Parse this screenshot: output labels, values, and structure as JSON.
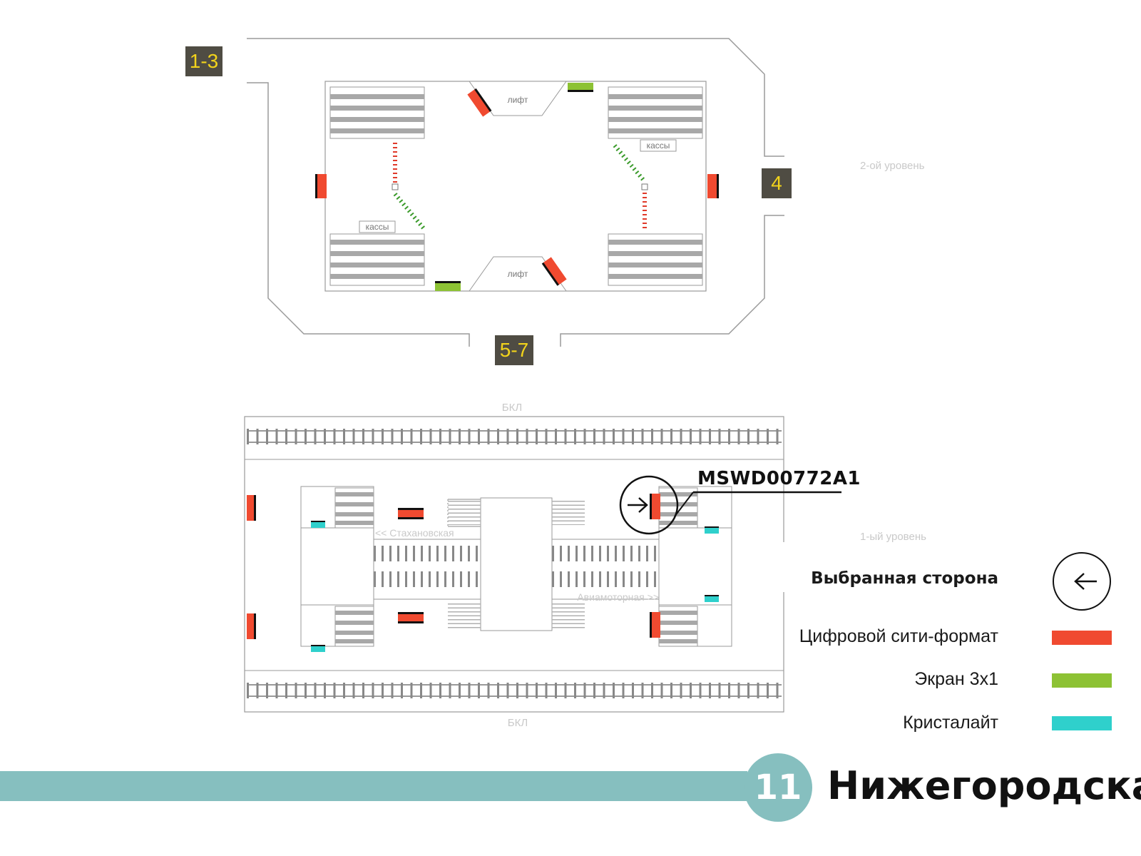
{
  "colors": {
    "digital_city_format": "#f04a30",
    "screen_3x1": "#8dc234",
    "crystalight": "#2fd0cc",
    "line_11": "#86bfbf",
    "exit_badge_bg": "#4f4c43",
    "exit_badge_text": "#f2d31b"
  },
  "upper_level": {
    "label": "2-ой уровень",
    "exits": [
      "1-3",
      "4",
      "5-7"
    ],
    "elevator_label": "лифт",
    "ticket_office_label": "кассы"
  },
  "lower_level": {
    "label": "1-ый уровень",
    "track_label_top": "БКЛ",
    "track_label_bottom": "БКЛ",
    "direction_left": "<< Стахановская",
    "direction_right": "Авиамоторная >>",
    "selected_panel_code": "MSWD00772A1"
  },
  "legend": {
    "selected_side": "Выбранная сторона",
    "selected_side_icon": "arrow-left-in-circle-icon",
    "items": [
      {
        "label": "Цифровой сити-формат",
        "color": "#f04a30"
      },
      {
        "label": "Экран 3х1",
        "color": "#8dc234"
      },
      {
        "label": "Кристалайт",
        "color": "#2fd0cc"
      }
    ]
  },
  "station": {
    "line_number": "11",
    "name": "Нижегородская"
  }
}
